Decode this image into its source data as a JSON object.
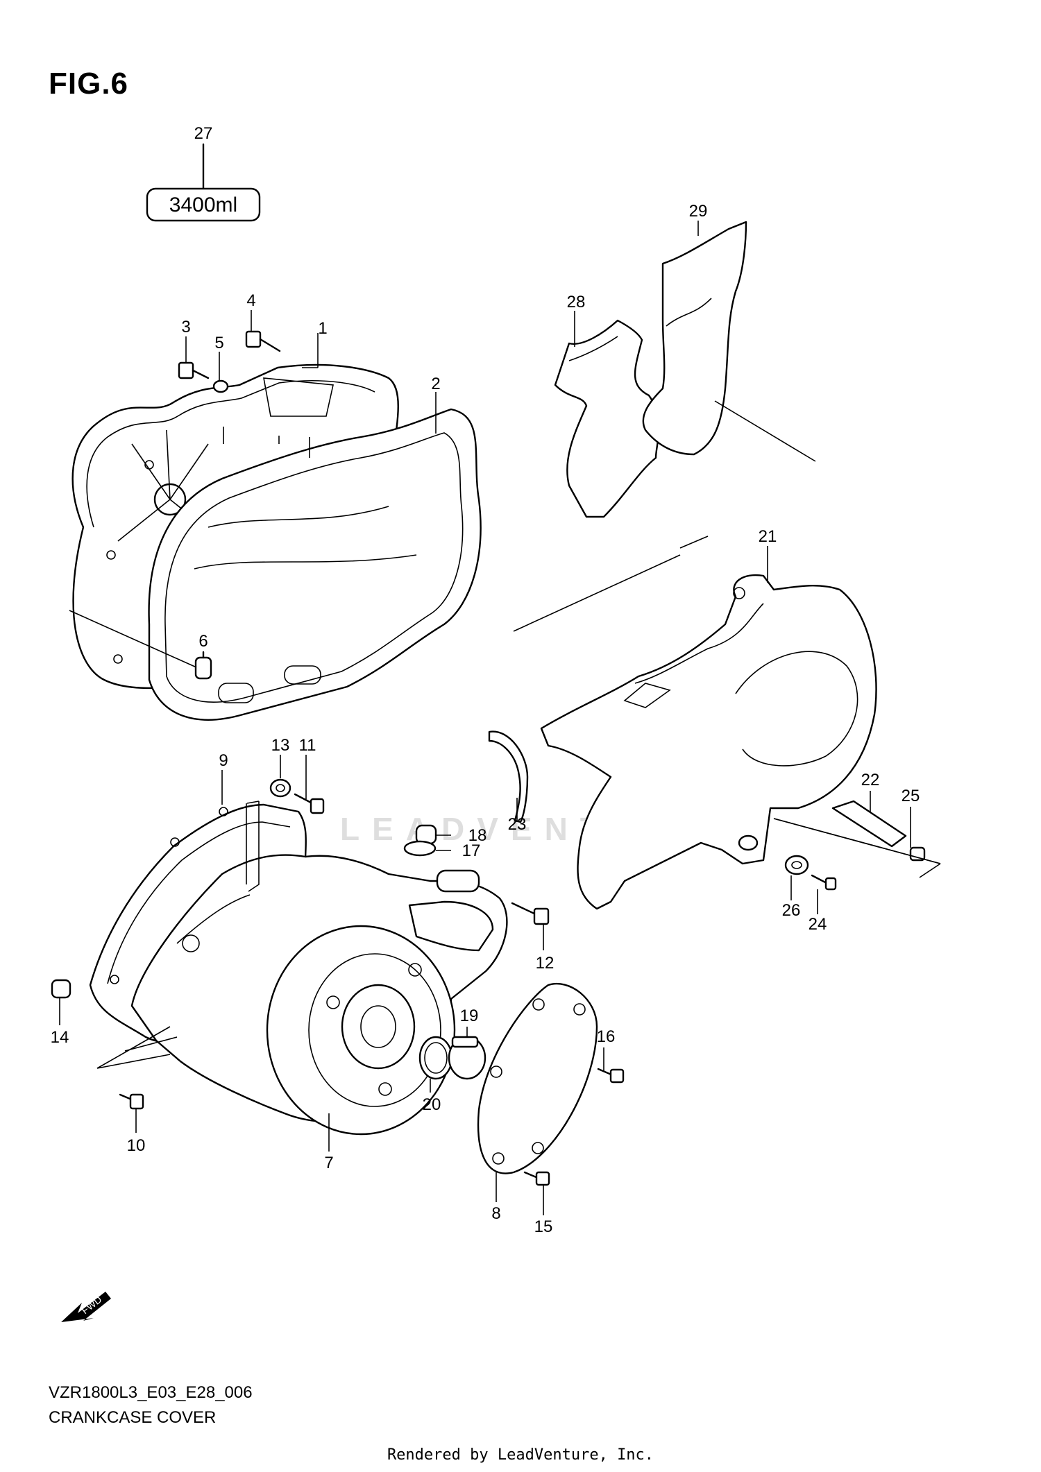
{
  "figure": {
    "title": "FIG.6"
  },
  "caption": {
    "code": "VZR1800L3_E03_E28_006",
    "name": "CRANKCASE COVER"
  },
  "credit": "Rendered by LeadVenture, Inc.",
  "watermark": "LEADVENTURE",
  "quantity_box": {
    "label": "3400ml"
  },
  "fwd_badge": {
    "label": "FWD"
  },
  "parts": {
    "p1": "1",
    "p2": "2",
    "p3": "3",
    "p4": "4",
    "p5": "5",
    "p6": "6",
    "p7": "7",
    "p8": "8",
    "p9": "9",
    "p10": "10",
    "p11": "11",
    "p12": "12",
    "p13": "13",
    "p14": "14",
    "p15": "15",
    "p16": "16",
    "p17": "17",
    "p18": "18",
    "p19": "19",
    "p20": "20",
    "p21": "21",
    "p22": "22",
    "p23": "23",
    "p24": "24",
    "p25": "25",
    "p26": "26",
    "p27": "27",
    "p28": "28",
    "p29": "29"
  }
}
